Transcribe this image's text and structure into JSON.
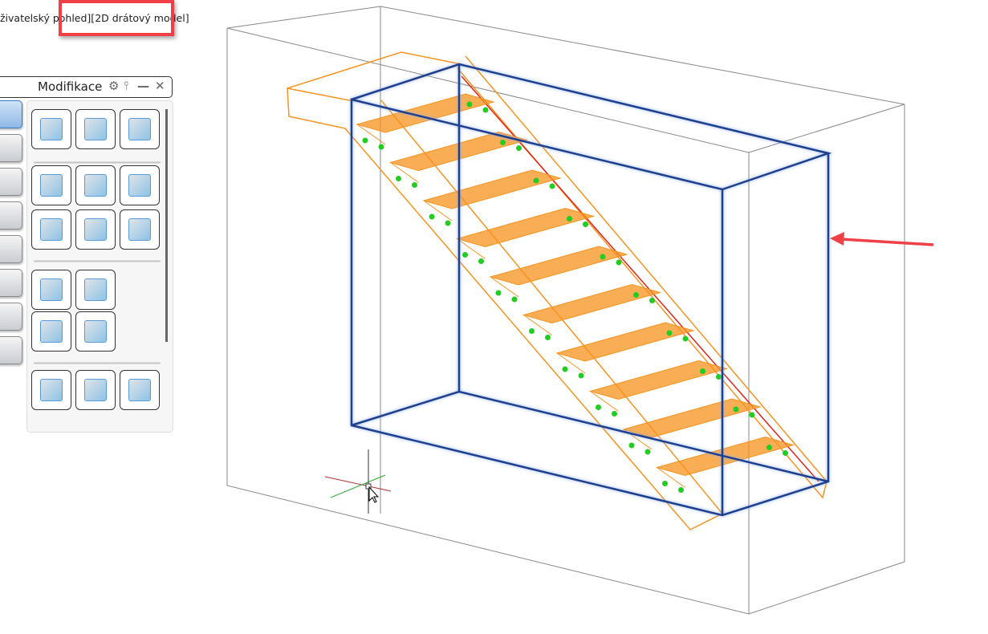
{
  "viewport": {
    "view_label": "živatelský pohled][2D drátový model]"
  },
  "palette": {
    "title": "Modifikace",
    "header_icons": [
      "gear-icon",
      "pin-icon",
      "minimize-icon",
      "close-icon"
    ],
    "tabs": [
      "pencil",
      "tools",
      "properties",
      "dimension",
      "selection",
      "filter",
      "profile",
      "beam"
    ],
    "tools": [
      [
        "move",
        "copy",
        "offset"
      ],
      [
        "rotate",
        "mirror",
        "array"
      ],
      [
        "rotate-3d",
        "mirror-3d",
        "array-3d"
      ],
      [
        "break-at-point",
        "break"
      ],
      [
        "fillet",
        "chamfer"
      ],
      [
        "stretch",
        "extend",
        "align"
      ]
    ]
  },
  "scene": {
    "stair_steps": 10,
    "colors": {
      "selection": "#1f3f8f",
      "stair": "#f7931e",
      "edge": "#e2231a",
      "box": "#777777",
      "highlight": "#ef4048"
    }
  }
}
